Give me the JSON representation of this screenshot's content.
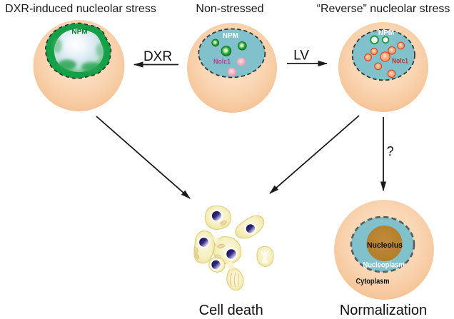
{
  "figure": {
    "titles": {
      "dxr_stress": "DXR-induced nucleolar stress",
      "non_stressed": "Non-stressed",
      "reverse_stress": "“Reverse” nucleolar stress"
    },
    "arrow_labels": {
      "dxr": "DXR",
      "lv": "LV",
      "question": "?"
    },
    "cells": {
      "stressed": {
        "npm": "NPM"
      },
      "non_stressed": {
        "npm": "NPM",
        "nolc1": "Nolc1"
      },
      "reverse": {
        "npm": "NPM",
        "nolc1": "Nolc1"
      },
      "normalized": {
        "nucleolus": "Nucleolus",
        "nucleoplasm": "Nucleoplasm",
        "cytoplasm": "Cytoplasm"
      }
    },
    "outcomes": {
      "cell_death": "Cell death",
      "normalization": "Normalization"
    }
  },
  "colors": {
    "background": "#ffffff",
    "cytoplasm_edge": "#f2ba8c",
    "cytoplasm_center": "#fde7cf",
    "nucleoplasm": "#80c1cb",
    "nucleus_dash": "#3a3a3a",
    "normal_nucleus_dash": "#5a5a5a",
    "npm_green": "#14a046",
    "npm_green_dark": "#0e7e28",
    "npm_text_green": "#157a31",
    "nolc1_pink": "#f2a8bc",
    "nolc1_text_magenta": "#bc3d96",
    "nolc1_orange_ring": "#d44e28",
    "nolc1_orange_fill": "#f09468",
    "nolc1_text_red": "#b23b32",
    "nucleolus_brown": "#b5812f",
    "dead_cell_fill": "#f6eeb8",
    "dead_cell_stroke": "#e2d487",
    "dead_nucleus": "#241e66",
    "organelle": "#ebd6a2",
    "arrow_black": "#1a1a1a",
    "label_white": "#ffffff",
    "label_black": "#111111"
  }
}
